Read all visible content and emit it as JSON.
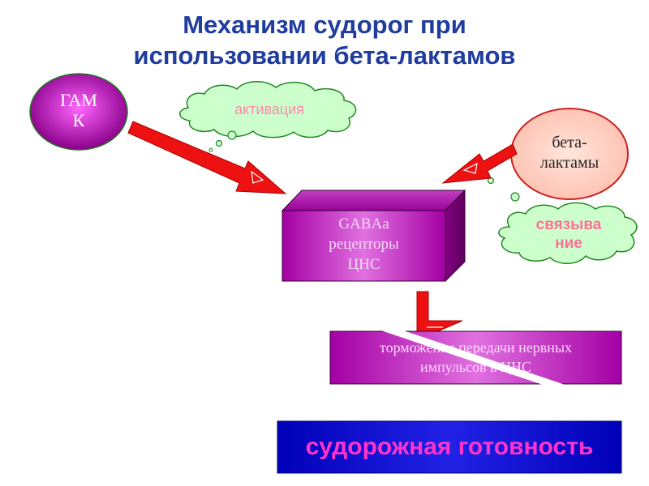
{
  "title": {
    "line1": "Механизм судорог при",
    "line2": "использовании бета-лактамов"
  },
  "nodes": {
    "gaba": {
      "line1": "ГАМ",
      "line2": "К"
    },
    "beta_lactams": {
      "line1": "бета-",
      "line2": "лактамы"
    },
    "receptor": {
      "line1": "GABAa",
      "line2": "рецепторы",
      "line3": "ЦНС"
    },
    "inhibition": {
      "line1": "торможение передачи нервных",
      "line2": "импульсов в ЦНС"
    },
    "result": {
      "label": "судорожная готовность"
    }
  },
  "clouds": {
    "activation": {
      "label": "активация"
    },
    "binding": {
      "line1": "связыва",
      "line2": "ние"
    }
  },
  "colors": {
    "title": "#1f3c9e",
    "magenta": "#b000b0",
    "arrow": "#ee1111",
    "cloud_fill": "#ccffcc",
    "result_fill": "#1a1ad0",
    "result_text": "#ff33cc",
    "peach": "#ffd0c0"
  }
}
